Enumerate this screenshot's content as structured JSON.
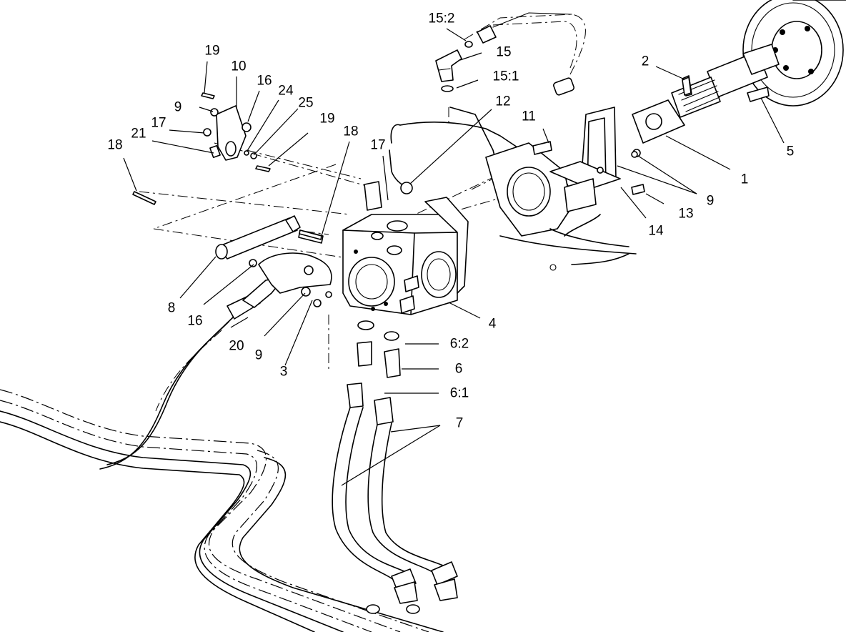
{
  "callouts": {
    "c1": "1",
    "c2": "2",
    "c3": "3",
    "c4": "4",
    "c5": "5",
    "c6": "6",
    "c6_1": "6:1",
    "c6_2": "6:2",
    "c7": "7",
    "c8": "8",
    "c9a": "9",
    "c9b": "9",
    "c9c": "9",
    "c10": "10",
    "c11": "11",
    "c12": "12",
    "c13": "13",
    "c14": "14",
    "c15": "15",
    "c15_1": "15:1",
    "c15_2": "15:2",
    "c16a": "16",
    "c16b": "16",
    "c17a": "17",
    "c17b": "17",
    "c18a": "18",
    "c18b": "18",
    "c19a": "19",
    "c19b": "19",
    "c20": "20",
    "c21": "21",
    "c24": "24",
    "c25": "25"
  }
}
